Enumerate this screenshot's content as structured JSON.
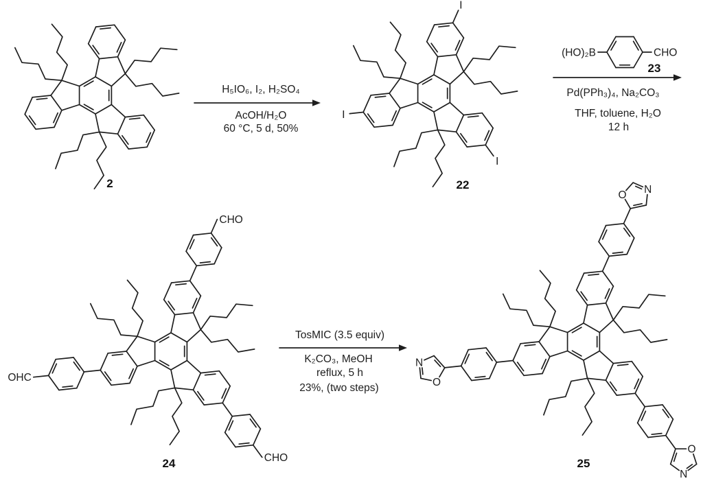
{
  "scheme": {
    "colors": {
      "background": "#ffffff",
      "line": "#1e1e1e"
    },
    "atoms": {
      "iodine": "I",
      "oxygen": "O",
      "nitrogen": "N",
      "aldehyde": "CHO",
      "aldehyde_rev": "OHC"
    },
    "compounds": [
      {
        "label": "2",
        "substituent": "none"
      },
      {
        "label": "22",
        "substituent": "I"
      },
      {
        "label": "24",
        "substituent": "ArCHO"
      },
      {
        "label": "25",
        "substituent": "ArOx"
      }
    ],
    "reagent_23": {
      "label": "23",
      "boron_text": "(HO)₂B",
      "cho_text": "CHO"
    },
    "arrows": [
      {
        "above": [
          "H₅IO₆, I₂, H₂SO₄"
        ],
        "below": [
          "AcOH/H₂O",
          "60 °C, 5 d, 50%"
        ]
      },
      {
        "above": [],
        "below": [
          "Pd(PPh₃)₄, Na₂CO₃",
          "THF, toluene, H₂O",
          "12 h"
        ]
      },
      {
        "above": [
          "TosMIC (3.5 equiv)"
        ],
        "below": [
          "K₂CO₃, MeOH",
          "reflux, 5 h",
          "23%, (two steps)"
        ]
      }
    ]
  }
}
